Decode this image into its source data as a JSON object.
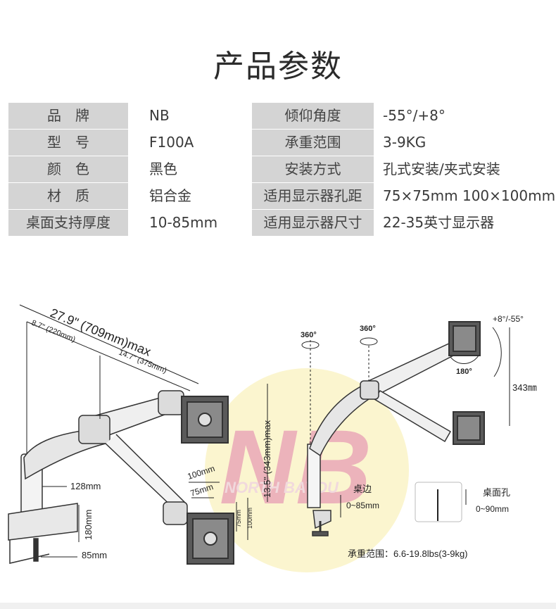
{
  "page_title": "产品参数",
  "specs": [
    {
      "label1": "品　牌",
      "value1": "NB",
      "label2": "倾仰角度",
      "value2": "-55°/+8°"
    },
    {
      "label1": "型　号",
      "value1": "F100A",
      "label2": "承重范围",
      "value2": "3-9KG"
    },
    {
      "label1": "颜　色",
      "value1": "黑色",
      "label2": "安装方式",
      "value2": "孔式安装/夹式安装"
    },
    {
      "label1": "材　质",
      "value1": "铝合金",
      "label2": "适用显示器孔距",
      "value2": "75×75mm  100×100mm"
    },
    {
      "label1": "桌面支持厚度",
      "value1": "10-85mm",
      "label2": "适用显示器尺寸",
      "value2": "22-35英寸显示器"
    }
  ],
  "diagram": {
    "left": {
      "total_reach": "27.9\" (709mm)max",
      "arm1_len": "8.7\" (220mm)",
      "arm2_len": "14.7\" (375mm)",
      "height": "13.5\" (343mm)max",
      "pole_height": "128mm",
      "base_height": "180mm",
      "clamp_width": "85mm",
      "vesa100": "100mm",
      "vesa75": "75mm",
      "vesa75_v": "75mm",
      "vesa100_v": "100mm"
    },
    "right": {
      "rot1": "360°",
      "rot2": "360°",
      "tilt": "+8°/-55°",
      "rot3": "180°",
      "height": "343㎜",
      "clamp_label": "桌边",
      "clamp_range": "0~85mm",
      "hole_label": "桌面孔",
      "hole_range": "0~90mm",
      "load": "承重范围：6.6-19.8lbs(3-9kg)"
    },
    "watermark": "NB",
    "watermark_text": "NORTH BAYOU"
  },
  "colors": {
    "label_bg": "#d4d4d4",
    "watermark_yellow": "#fbf3c8",
    "watermark_red": "#e8a0a8"
  }
}
